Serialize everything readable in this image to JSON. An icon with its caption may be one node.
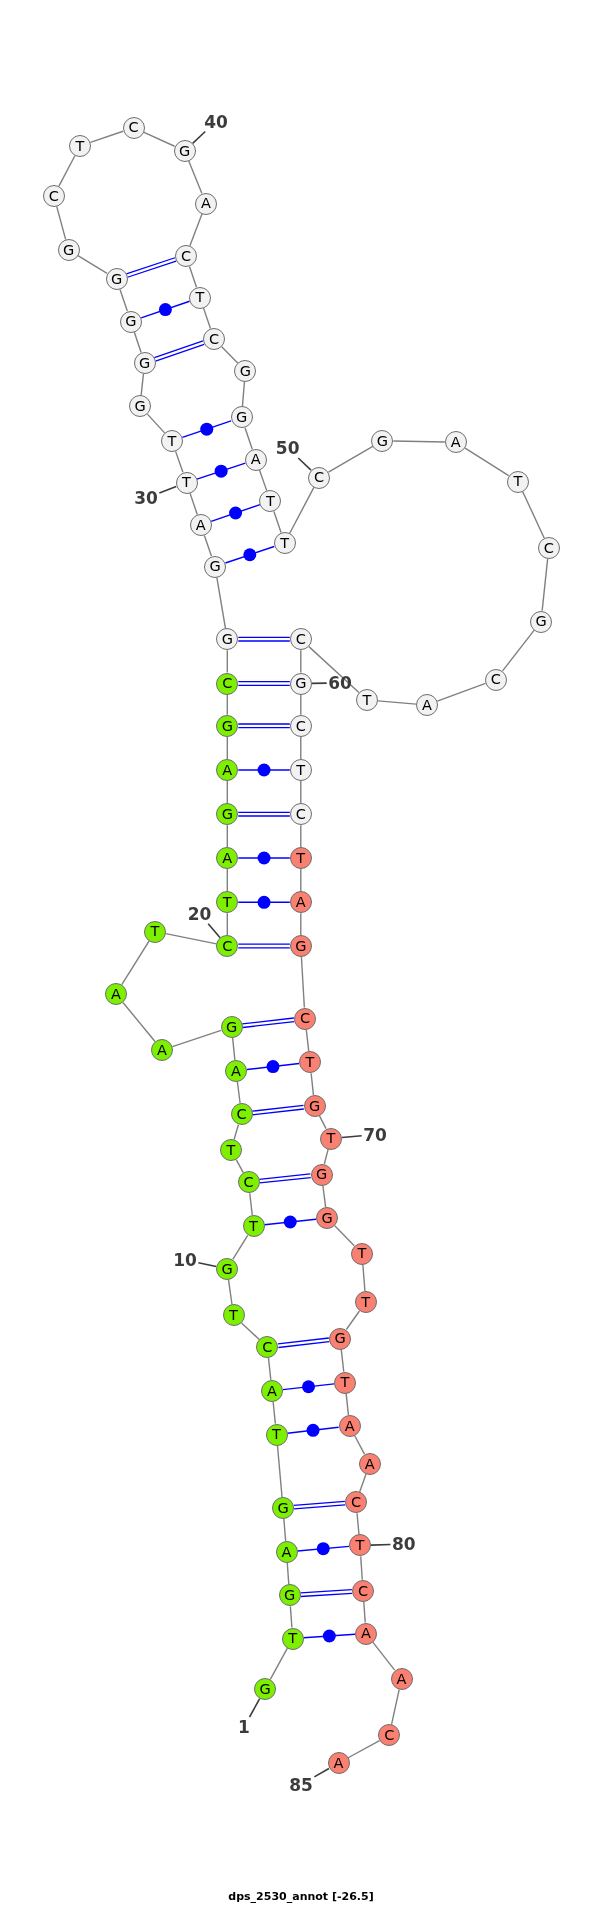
{
  "diagram": {
    "caption": "dps_2530_annot [-26.5]",
    "nodes": [
      {
        "text": [
          "G"
        ]
      },
      {
        "text": [
          "T"
        ]
      },
      {
        "text": [
          "G"
        ]
      },
      {
        "text": [
          "A"
        ]
      },
      {
        "text": [
          "G"
        ]
      },
      {
        "text": [
          "T"
        ]
      },
      {
        "text": [
          "A"
        ]
      },
      {
        "text": [
          "C"
        ]
      },
      {
        "text": [
          "T"
        ]
      },
      {
        "text": [
          "G"
        ]
      },
      {
        "text": [
          "T"
        ]
      },
      {
        "text": [
          "C"
        ]
      },
      {
        "text": [
          "T"
        ]
      },
      {
        "text": [
          "C"
        ]
      },
      {
        "text": [
          "A"
        ]
      },
      {
        "text": [
          "G"
        ]
      },
      {
        "text": [
          "A"
        ]
      },
      {
        "text": [
          "A"
        ]
      },
      {
        "text": [
          "T"
        ]
      },
      {
        "text": [
          "C"
        ]
      },
      {
        "text": [
          "T"
        ]
      },
      {
        "text": [
          "A"
        ]
      },
      {
        "text": [
          "G"
        ]
      },
      {
        "text": [
          "A"
        ]
      },
      {
        "text": [
          "G"
        ]
      },
      {
        "text": [
          "C"
        ]
      },
      {
        "text": [
          "G"
        ]
      },
      {
        "text": [
          "G"
        ]
      },
      {
        "text": [
          "A"
        ]
      },
      {
        "text": [
          "T"
        ]
      },
      {
        "text": [
          "T"
        ]
      },
      {
        "text": [
          "G"
        ]
      },
      {
        "text": [
          "G"
        ]
      },
      {
        "text": [
          "G"
        ]
      },
      {
        "text": [
          "G"
        ]
      },
      {
        "text": [
          "G"
        ]
      },
      {
        "text": [
          "C"
        ]
      },
      {
        "text": [
          "T"
        ]
      },
      {
        "text": [
          "C"
        ]
      },
      {
        "text": [
          "G"
        ]
      },
      {
        "text": [
          "A"
        ]
      },
      {
        "text": [
          "C"
        ]
      },
      {
        "text": [
          "T"
        ]
      },
      {
        "text": [
          "C"
        ]
      },
      {
        "text": [
          "G"
        ]
      },
      {
        "text": [
          "G"
        ]
      },
      {
        "text": [
          "A"
        ]
      },
      {
        "text": [
          "T"
        ]
      },
      {
        "text": [
          "T"
        ]
      },
      {
        "text": [
          "C"
        ]
      },
      {
        "text": [
          "G"
        ]
      },
      {
        "text": [
          "A"
        ]
      },
      {
        "text": [
          "T"
        ]
      },
      {
        "text": [
          "C"
        ]
      },
      {
        "text": [
          "G"
        ]
      },
      {
        "text": [
          "C"
        ]
      },
      {
        "text": [
          "A"
        ]
      },
      {
        "text": [
          "T"
        ]
      },
      {
        "text": [
          "C"
        ]
      },
      {
        "text": [
          "G"
        ]
      },
      {
        "text": [
          "C"
        ]
      },
      {
        "text": [
          "T"
        ]
      },
      {
        "text": [
          "C"
        ]
      },
      {
        "text": [
          "T"
        ]
      },
      {
        "text": [
          "A"
        ]
      },
      {
        "text": [
          "G"
        ]
      },
      {
        "text": [
          "C"
        ]
      },
      {
        "text": [
          "T"
        ]
      },
      {
        "text": [
          "G"
        ]
      },
      {
        "text": [
          "T"
        ]
      },
      {
        "text": [
          "G"
        ]
      },
      {
        "text": [
          "G"
        ]
      },
      {
        "text": [
          "T"
        ]
      },
      {
        "text": [
          "T"
        ]
      },
      {
        "text": [
          "G"
        ]
      },
      {
        "text": [
          "T"
        ]
      },
      {
        "text": [
          "A"
        ]
      },
      {
        "text": [
          "A"
        ]
      },
      {
        "text": [
          "C"
        ]
      },
      {
        "text": [
          "T"
        ]
      },
      {
        "text": [
          "C"
        ]
      },
      {
        "text": [
          "A"
        ]
      },
      {
        "text": [
          "A"
        ]
      },
      {
        "text": [
          "C"
        ]
      },
      {
        "text": [
          "A"
        ]
      },
      {
        "text": [
          "1"
        ]
      },
      {
        "text": [
          "10"
        ]
      },
      {
        "text": [
          "20"
        ]
      },
      {
        "text": [
          "30"
        ]
      },
      {
        "text": [
          "40"
        ]
      },
      {
        "text": [
          "50"
        ]
      },
      {
        "text": [
          "60"
        ]
      },
      {
        "text": [
          "70"
        ]
      },
      {
        "text": [
          "80"
        ]
      },
      {
        "text": [
          "85"
        ]
      }
    ],
    "edges": [
      {
        "from": 0,
        "to": 1,
        "arrow": "none"
      },
      {
        "from": 1,
        "to": 2,
        "arrow": "none"
      },
      {
        "from": 2,
        "to": 3,
        "arrow": "none"
      },
      {
        "from": 3,
        "to": 4,
        "arrow": "none"
      },
      {
        "from": 4,
        "to": 5,
        "arrow": "none"
      },
      {
        "from": 5,
        "to": 6,
        "arrow": "none"
      },
      {
        "from": 6,
        "to": 7,
        "arrow": "none"
      },
      {
        "from": 7,
        "to": 8,
        "arrow": "none"
      },
      {
        "from": 8,
        "to": 9,
        "arrow": "none"
      },
      {
        "from": 9,
        "to": 10,
        "arrow": "none"
      },
      {
        "from": 10,
        "to": 11,
        "arrow": "none"
      },
      {
        "from": 11,
        "to": 12,
        "arrow": "none"
      },
      {
        "from": 12,
        "to": 13,
        "arrow": "none"
      },
      {
        "from": 13,
        "to": 14,
        "arrow": "none"
      },
      {
        "from": 14,
        "to": 15,
        "arrow": "none"
      },
      {
        "from": 15,
        "to": 16,
        "arrow": "none"
      },
      {
        "from": 16,
        "to": 17,
        "arrow": "none"
      },
      {
        "from": 17,
        "to": 18,
        "arrow": "none"
      },
      {
        "from": 18,
        "to": 19,
        "arrow": "none"
      },
      {
        "from": 19,
        "to": 20,
        "arrow": "none"
      },
      {
        "from": 20,
        "to": 21,
        "arrow": "none"
      },
      {
        "from": 21,
        "to": 22,
        "arrow": "none"
      },
      {
        "from": 22,
        "to": 23,
        "arrow": "none"
      },
      {
        "from": 23,
        "to": 24,
        "arrow": "none"
      },
      {
        "from": 24,
        "to": 25,
        "arrow": "none"
      },
      {
        "from": 25,
        "to": 26,
        "arrow": "none"
      },
      {
        "from": 26,
        "to": 27,
        "arrow": "none"
      },
      {
        "from": 27,
        "to": 28,
        "arrow": "none"
      },
      {
        "from": 28,
        "to": 29,
        "arrow": "none"
      },
      {
        "from": 29,
        "to": 30,
        "arrow": "none"
      },
      {
        "from": 30,
        "to": 31,
        "arrow": "none"
      },
      {
        "from": 31,
        "to": 32,
        "arrow": "none"
      },
      {
        "from": 32,
        "to": 33,
        "arrow": "none"
      },
      {
        "from": 33,
        "to": 34,
        "arrow": "none"
      },
      {
        "from": 34,
        "to": 35,
        "arrow": "none"
      },
      {
        "from": 35,
        "to": 36,
        "arrow": "none"
      },
      {
        "from": 36,
        "to": 37,
        "arrow": "none"
      },
      {
        "from": 37,
        "to": 38,
        "arrow": "none"
      },
      {
        "from": 38,
        "to": 39,
        "arrow": "none"
      },
      {
        "from": 39,
        "to": 40,
        "arrow": "none"
      },
      {
        "from": 40,
        "to": 41,
        "arrow": "none"
      },
      {
        "from": 41,
        "to": 42,
        "arrow": "none"
      },
      {
        "from": 42,
        "to": 43,
        "arrow": "none"
      },
      {
        "from": 43,
        "to": 44,
        "arrow": "none"
      },
      {
        "from": 44,
        "to": 45,
        "arrow": "none"
      },
      {
        "from": 45,
        "to": 46,
        "arrow": "none"
      },
      {
        "from": 46,
        "to": 47,
        "arrow": "none"
      },
      {
        "from": 47,
        "to": 48,
        "arrow": "none"
      },
      {
        "from": 48,
        "to": 49,
        "arrow": "none"
      },
      {
        "from": 49,
        "to": 50,
        "arrow": "none"
      },
      {
        "from": 50,
        "to": 51,
        "arrow": "none"
      },
      {
        "from": 51,
        "to": 52,
        "arrow": "none"
      },
      {
        "from": 52,
        "to": 53,
        "arrow": "none"
      },
      {
        "from": 53,
        "to": 54,
        "arrow": "none"
      },
      {
        "from": 54,
        "to": 55,
        "arrow": "none"
      },
      {
        "from": 55,
        "to": 56,
        "arrow": "none"
      },
      {
        "from": 56,
        "to": 57,
        "arrow": "none"
      },
      {
        "from": 57,
        "to": 58,
        "arrow": "none"
      },
      {
        "from": 58,
        "to": 59,
        "arrow": "none"
      },
      {
        "from": 59,
        "to": 60,
        "arrow": "none"
      },
      {
        "from": 60,
        "to": 61,
        "arrow": "none"
      },
      {
        "from": 61,
        "to": 62,
        "arrow": "none"
      },
      {
        "from": 62,
        "to": 63,
        "arrow": "none"
      },
      {
        "from": 63,
        "to": 64,
        "arrow": "none"
      },
      {
        "from": 64,
        "to": 65,
        "arrow": "none"
      },
      {
        "from": 65,
        "to": 66,
        "arrow": "none"
      },
      {
        "from": 66,
        "to": 67,
        "arrow": "none"
      },
      {
        "from": 67,
        "to": 68,
        "arrow": "none"
      },
      {
        "from": 68,
        "to": 69,
        "arrow": "none"
      },
      {
        "from": 69,
        "to": 70,
        "arrow": "none"
      },
      {
        "from": 70,
        "to": 71,
        "arrow": "none"
      },
      {
        "from": 71,
        "to": 72,
        "arrow": "none"
      },
      {
        "from": 72,
        "to": 73,
        "arrow": "none"
      },
      {
        "from": 73,
        "to": 74,
        "arrow": "none"
      },
      {
        "from": 74,
        "to": 75,
        "arrow": "none"
      },
      {
        "from": 75,
        "to": 76,
        "arrow": "none"
      },
      {
        "from": 76,
        "to": 77,
        "arrow": "none"
      },
      {
        "from": 77,
        "to": 78,
        "arrow": "none"
      },
      {
        "from": 78,
        "to": 79,
        "arrow": "none"
      },
      {
        "from": 79,
        "to": 80,
        "arrow": "none"
      },
      {
        "from": 80,
        "to": 81,
        "arrow": "none"
      },
      {
        "from": 81,
        "to": 82,
        "arrow": "none"
      },
      {
        "from": 82,
        "to": 83,
        "arrow": "none"
      },
      {
        "from": 83,
        "to": 84,
        "arrow": "none"
      },
      {
        "from": 1,
        "to": 81,
        "arrow": "none",
        "color": "#0000ff"
      },
      {
        "from": 2,
        "to": 80,
        "arrow": "none",
        "color": "#0000ff"
      },
      {
        "from": 3,
        "to": 79,
        "arrow": "none",
        "color": "#0000ff"
      },
      {
        "from": 4,
        "to": 78,
        "arrow": "none",
        "color": "#0000ff"
      },
      {
        "from": 5,
        "to": 76,
        "arrow": "none",
        "color": "#0000ff"
      },
      {
        "from": 6,
        "to": 75,
        "arrow": "none",
        "color": "#0000ff"
      },
      {
        "from": 7,
        "to": 74,
        "arrow": "none",
        "color": "#0000ff"
      },
      {
        "from": 10,
        "to": 71,
        "arrow": "none",
        "color": "#0000ff"
      },
      {
        "from": 11,
        "to": 70,
        "arrow": "none",
        "color": "#0000ff"
      },
      {
        "from": 13,
        "to": 68,
        "arrow": "none",
        "color": "#0000ff"
      },
      {
        "from": 14,
        "to": 67,
        "arrow": "none",
        "color": "#0000ff"
      },
      {
        "from": 15,
        "to": 66,
        "arrow": "none",
        "color": "#0000ff"
      },
      {
        "from": 19,
        "to": 65,
        "arrow": "none",
        "color": "#0000ff"
      },
      {
        "from": 20,
        "to": 64,
        "arrow": "none",
        "color": "#0000ff"
      },
      {
        "from": 21,
        "to": 63,
        "arrow": "none",
        "color": "#0000ff"
      },
      {
        "from": 22,
        "to": 62,
        "arrow": "none",
        "color": "#0000ff"
      },
      {
        "from": 23,
        "to": 61,
        "arrow": "none",
        "color": "#0000ff"
      },
      {
        "from": 24,
        "to": 60,
        "arrow": "none",
        "color": "#0000ff"
      },
      {
        "from": 25,
        "to": 59,
        "arrow": "none",
        "color": "#0000ff"
      },
      {
        "from": 26,
        "to": 58,
        "arrow": "none",
        "color": "#0000ff"
      },
      {
        "from": 27,
        "to": 48,
        "arrow": "none",
        "color": "#0000ff"
      },
      {
        "from": 28,
        "to": 47,
        "arrow": "none",
        "color": "#0000ff"
      },
      {
        "from": 29,
        "to": 46,
        "arrow": "none",
        "color": "#0000ff"
      },
      {
        "from": 30,
        "to": 45,
        "arrow": "none",
        "color": "#0000ff"
      },
      {
        "from": 32,
        "to": 43,
        "arrow": "none",
        "color": "#0000ff"
      },
      {
        "from": 33,
        "to": 42,
        "arrow": "none",
        "color": "#0000ff"
      },
      {
        "from": 34,
        "to": 41,
        "arrow": "none",
        "color": "#0000ff"
      },
      {
        "from": 85,
        "to": 0,
        "arrow": "none",
        "color": "#3c3c3c"
      },
      {
        "from": 86,
        "to": 9,
        "arrow": "none",
        "color": "#3c3c3c"
      },
      {
        "from": 87,
        "to": 19,
        "arrow": "none",
        "color": "#3c3c3c"
      },
      {
        "from": 88,
        "to": 29,
        "arrow": "none",
        "color": "#3c3c3c"
      },
      {
        "from": 89,
        "to": 39,
        "arrow": "none",
        "color": "#3c3c3c"
      },
      {
        "from": 90,
        "to": 49,
        "arrow": "none",
        "color": "#3c3c3c"
      },
      {
        "from": 91,
        "to": 59,
        "arrow": "none",
        "color": "#3c3c3c"
      },
      {
        "from": 92,
        "to": 69,
        "arrow": "none",
        "color": "#3c3c3c"
      },
      {
        "from": 93,
        "to": 79,
        "arrow": "none",
        "color": "#3c3c3c"
      },
      {
        "from": 94,
        "to": 84,
        "arrow": "none",
        "color": "#3c3c3c"
      }
    ]
  }
}
